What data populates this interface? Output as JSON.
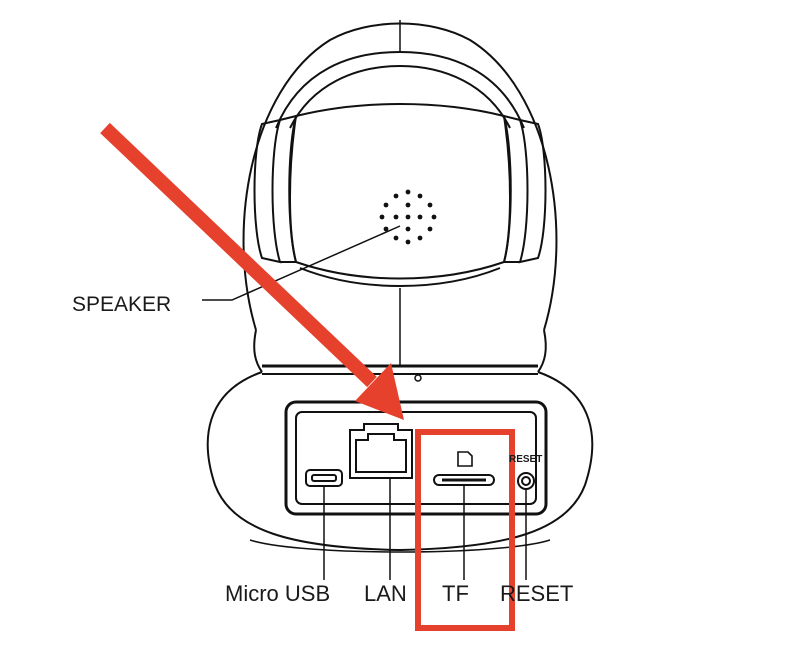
{
  "diagram": {
    "labels": {
      "speaker": "SPEAKER",
      "micro_usb": "Micro USB",
      "lan": "LAN",
      "tf": "TF",
      "reset": "RESET",
      "reset_panel": "RESET"
    },
    "colors": {
      "line": "#111111",
      "highlight": "#e5412d"
    }
  }
}
